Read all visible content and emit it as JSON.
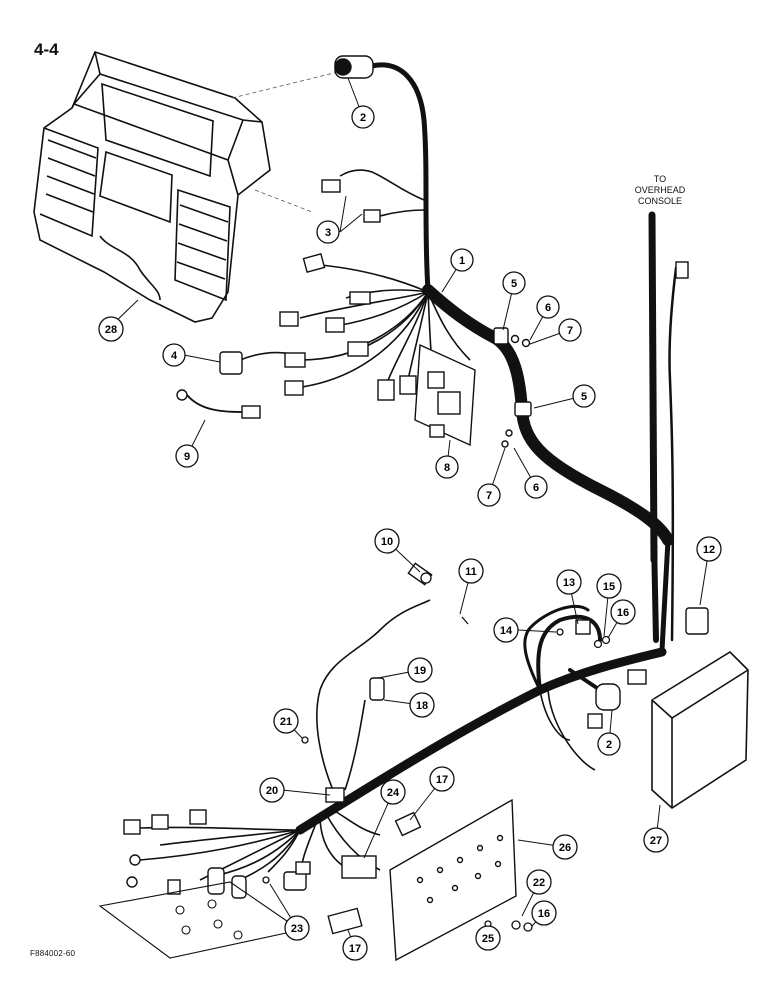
{
  "page_label": "4-4",
  "figure_code": "F884002-60",
  "console_note": [
    "TO",
    "OVERHEAD",
    "CONSOLE"
  ],
  "callouts": {
    "c1": "1",
    "c2a": "2",
    "c2b": "2",
    "c3": "3",
    "c4": "4",
    "c5a": "5",
    "c5b": "5",
    "c6a": "6",
    "c6b": "6",
    "c7a": "7",
    "c7b": "7",
    "c8": "8",
    "c9": "9",
    "c10": "10",
    "c11": "11",
    "c12": "12",
    "c13": "13",
    "c14": "14",
    "c15": "15",
    "c16a": "16",
    "c16b": "16",
    "c17a": "17",
    "c17b": "17",
    "c18": "18",
    "c19": "19",
    "c20": "20",
    "c21": "21",
    "c22": "22",
    "c23": "23",
    "c24": "24",
    "c25": "25",
    "c26": "26",
    "c27": "27",
    "c28": "28"
  }
}
